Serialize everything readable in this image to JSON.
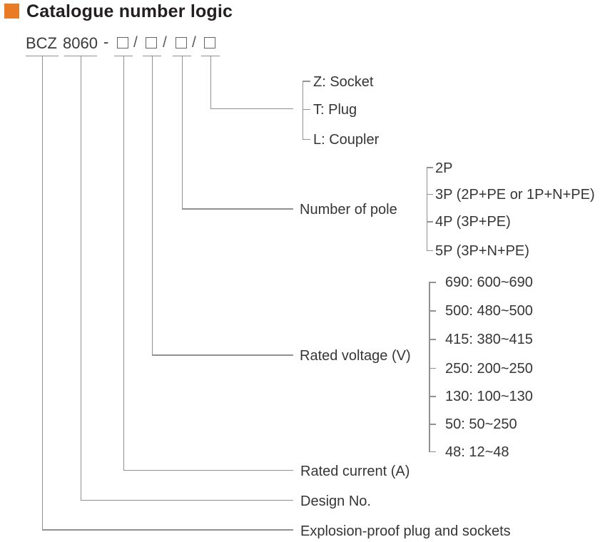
{
  "header": {
    "title": "Catalogue number logic"
  },
  "code": {
    "series": "BCZ",
    "design_no": "8060",
    "separator": "-",
    "slash": "/"
  },
  "suffix": {
    "options": [
      "Z: Socket",
      "T: Plug",
      "L: Coupler"
    ]
  },
  "pole": {
    "label": "Number of pole",
    "options": [
      "2P",
      "3P (2P+PE or 1P+N+PE)",
      "4P (3P+PE)",
      "5P (3P+N+PE)"
    ]
  },
  "voltage": {
    "label": "Rated voltage (V)",
    "options": [
      "690: 600~690",
      "500: 480~500",
      "415: 380~415",
      "250: 200~250",
      "130: 100~130",
      "50: 50~250",
      "48: 12~48"
    ]
  },
  "current": {
    "label": "Rated current (A)"
  },
  "design": {
    "label": "Design No."
  },
  "series_meaning": {
    "label": "Explosion-proof plug and sockets"
  },
  "colors": {
    "accent": "#E87B23",
    "line": "#909194",
    "text": "#363637",
    "title": "#231F20"
  }
}
